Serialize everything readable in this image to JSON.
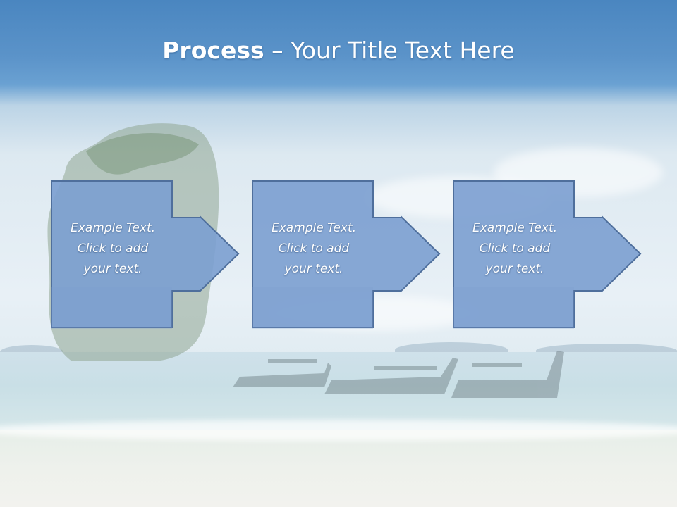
{
  "slide": {
    "title_bold": "Process",
    "title_rest": " – Your Title Text Here"
  },
  "steps": [
    {
      "line1": "Example Text.",
      "line2": "Click  to add",
      "line3": "your text."
    },
    {
      "line1": "Example Text.",
      "line2": "Click  to add",
      "line3": "your text."
    },
    {
      "line1": "Example Text.",
      "line2": "Click  to add",
      "line3": "your text."
    }
  ],
  "colors": {
    "shape_fill": "#7b9ed0",
    "shape_stroke": "#4f6f9c",
    "title_text": "#ffffff",
    "header_band": "#4a86c0"
  },
  "background": "beach-scene-photo"
}
